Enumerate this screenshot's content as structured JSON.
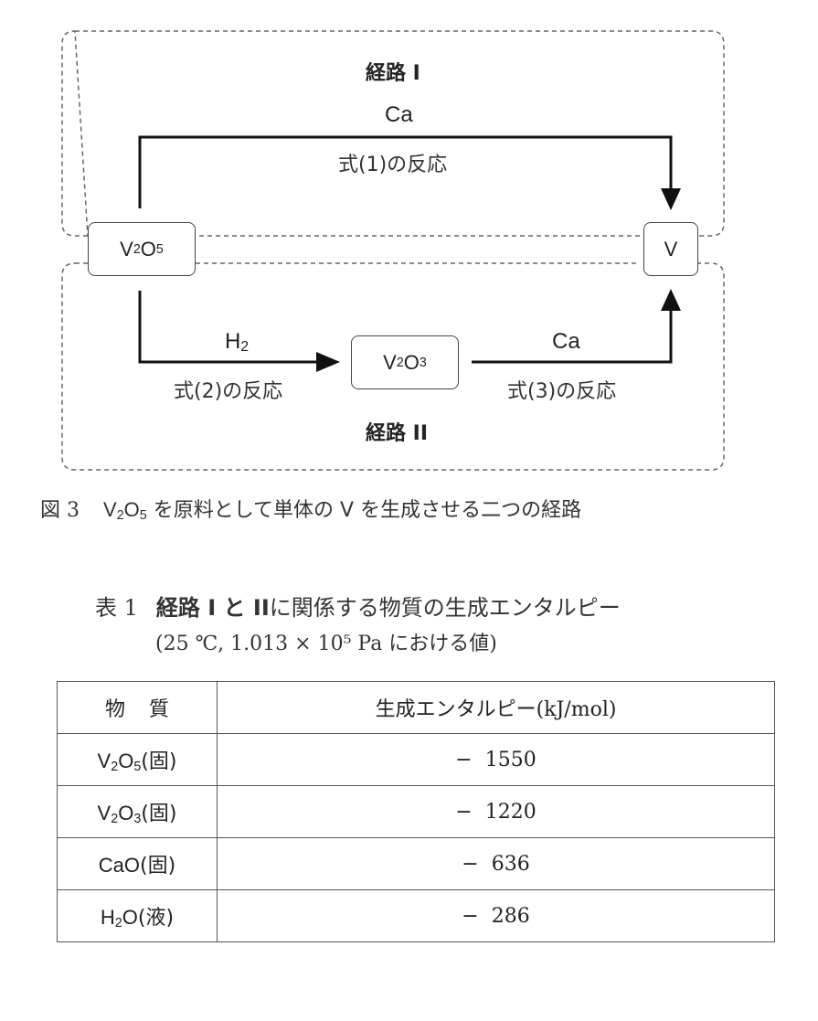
{
  "diagram": {
    "route1_title": "経路 I",
    "route2_title": "経路 II",
    "reagent_ca_top": "Ca",
    "reaction1_label": "式(1)の反応",
    "reagent_h2": "H",
    "reagent_h2_sub": "2",
    "reaction2_label": "式(2)の反応",
    "reagent_ca_bottom": "Ca",
    "reaction3_label": "式(3)の反応",
    "nodes": {
      "v2o5": {
        "a": "V",
        "s1": "2",
        "b": "O",
        "s2": "5"
      },
      "v2o3": {
        "a": "V",
        "s1": "2",
        "b": "O",
        "s2": "3"
      },
      "v": "V"
    }
  },
  "figure_caption": {
    "number": "図 3",
    "formula": {
      "a": "V",
      "s1": "2",
      "b": "O",
      "s2": "5"
    },
    "text": "を原料として単体の V を生成させる二つの経路"
  },
  "table_caption": {
    "number": "表 1",
    "bold_part": "経路 I と II",
    "rest": "に関係する物質の生成エンタルピー",
    "conditions": "(25 ℃, 1.013 × 10⁵ Pa における値)"
  },
  "table": {
    "headers": [
      "物質",
      "生成エンタルピー(kJ/mol)"
    ],
    "rows": [
      {
        "a": "V",
        "s1": "2",
        "b": "O",
        "s2": "5",
        "state": "(固)",
        "sign": "−",
        "value": "1550"
      },
      {
        "a": "V",
        "s1": "2",
        "b": "O",
        "s2": "3",
        "state": "(固)",
        "sign": "−",
        "value": "1220"
      },
      {
        "a": "CaO",
        "s1": "",
        "b": "",
        "s2": "",
        "state": "(固)",
        "sign": "−",
        "value": "636"
      },
      {
        "a": "H",
        "s1": "2",
        "b": "O",
        "s2": "",
        "state": "(液)",
        "sign": "−",
        "value": "286"
      }
    ]
  }
}
